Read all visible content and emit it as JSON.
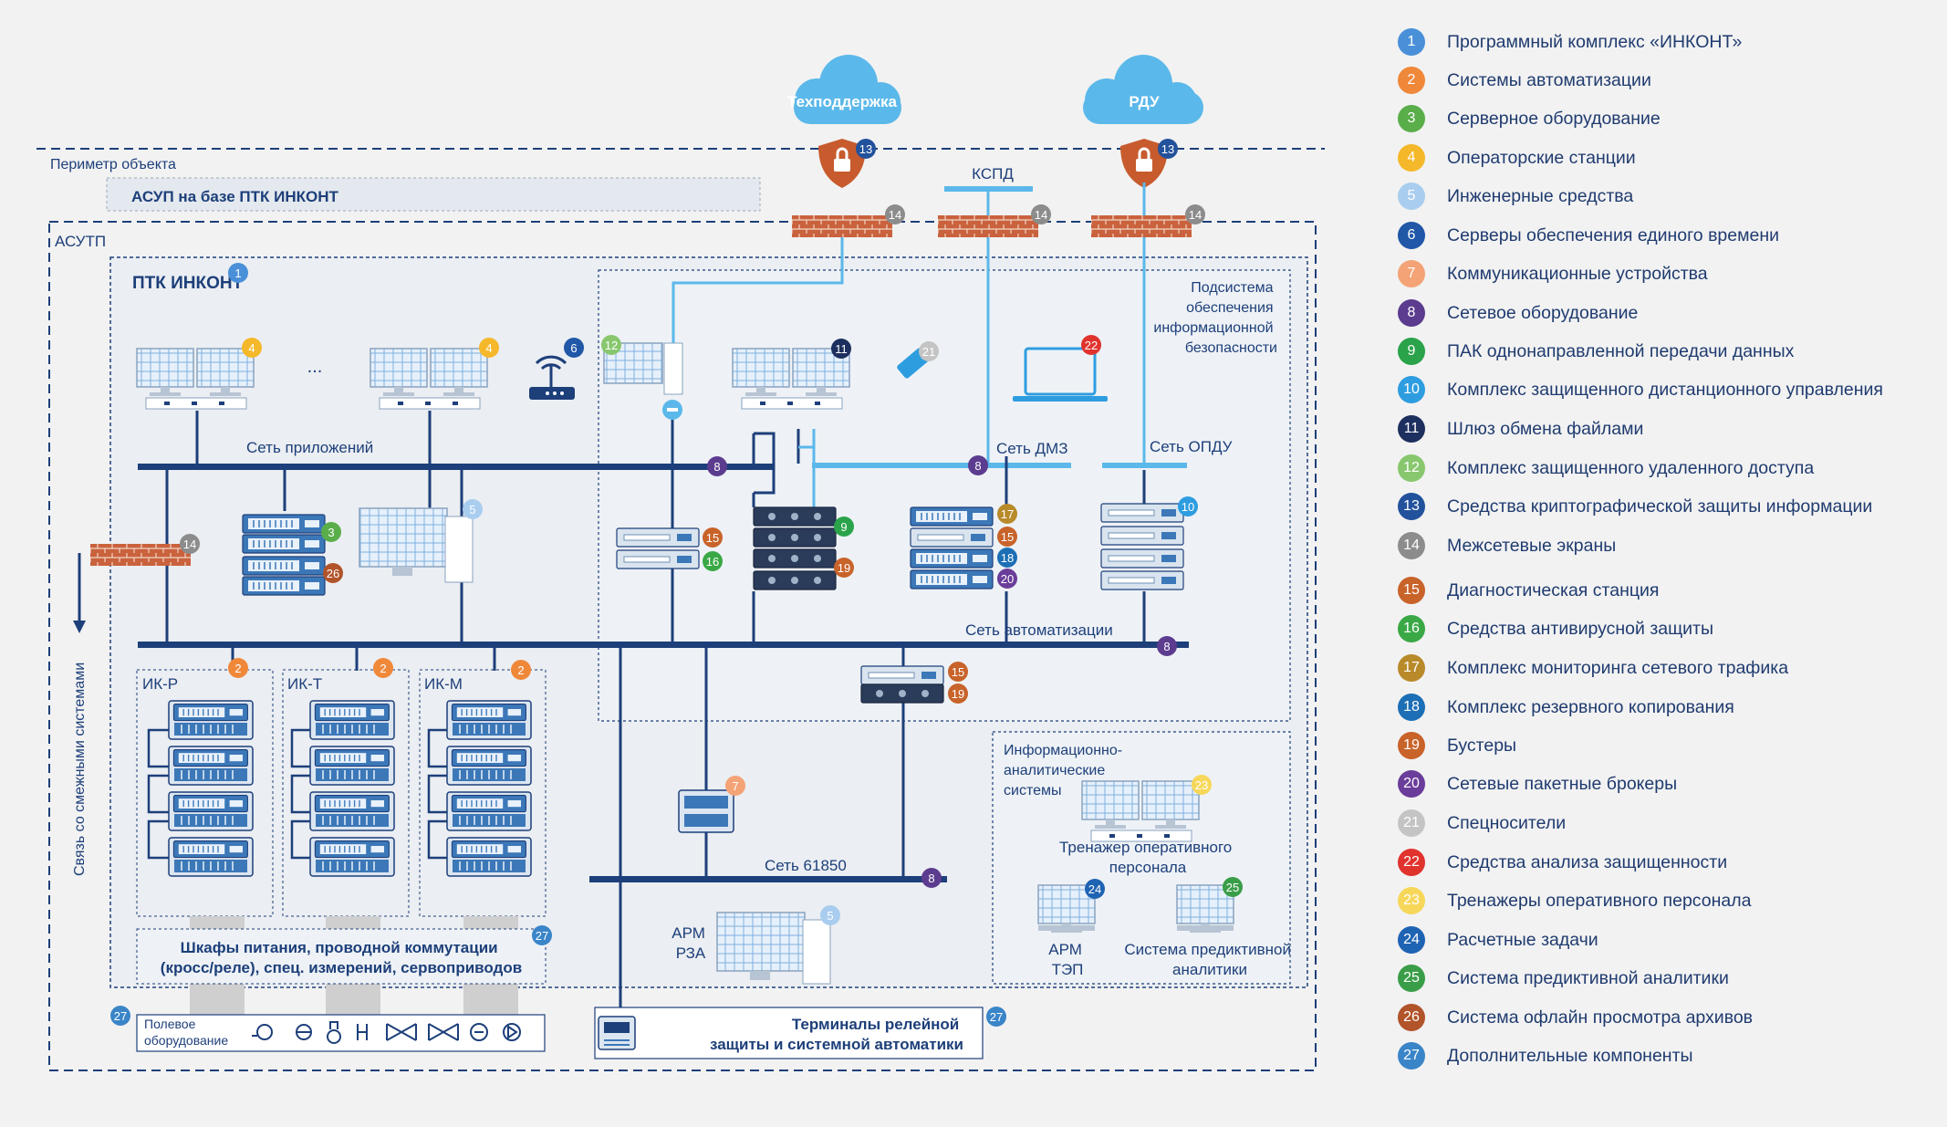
{
  "clouds": {
    "support": "Техподдержка",
    "rdu": "РДУ"
  },
  "labels": {
    "perimeter": "Периметр объекта",
    "asup": "АСУП на базе ПТК ИНКОНТ",
    "asutp": "АСУТП",
    "ptk": "ПТК ИНКОНТ",
    "kspd": "КСПД",
    "security_subsystem": [
      "Подсистема",
      "обеспечения",
      "информационной",
      "безопасности"
    ],
    "ellipsis": "...",
    "net_apps": "Сеть приложений",
    "net_dmz": "Сеть ДМЗ",
    "net_opdu": "Сеть ОПДУ",
    "net_auto": "Сеть автоматизации",
    "net_61850": "Сеть 61850",
    "side_link": "Связь со смежными системами",
    "ik_r": "ИК-Р",
    "ik_t": "ИК-Т",
    "ik_m": "ИК-М",
    "cabinets": [
      "Шкафы питания, проводной коммутации",
      "(кросс/реле), спец. измерений, сервоприводов"
    ],
    "field": [
      "Полевое",
      "оборудование"
    ],
    "terminals": [
      "Терминалы релейной",
      "защиты и системной автоматики"
    ],
    "arm_rza": [
      "АРМ",
      "РЗА"
    ],
    "analytics": [
      "Информационно-",
      "аналитические",
      "системы"
    ],
    "trainer": [
      "Тренажер оперативного",
      "персонала"
    ],
    "arm_tep": [
      "АРМ",
      "ТЭП"
    ],
    "predictive": [
      "Система предиктивной",
      "аналитики"
    ]
  },
  "legend": [
    {
      "num": "1",
      "text": "Программный комплекс «ИНКОНТ»",
      "color": "#4a90d9"
    },
    {
      "num": "2",
      "text": "Системы автоматизации",
      "color": "#f0883a"
    },
    {
      "num": "3",
      "text": "Серверное оборудование",
      "color": "#5aae4a"
    },
    {
      "num": "4",
      "text": "Операторские станции",
      "color": "#f5b82a"
    },
    {
      "num": "5",
      "text": "Инженерные средства",
      "color": "#a9cdee"
    },
    {
      "num": "6",
      "text": "Серверы обеспечения единого времени",
      "color": "#2057a7"
    },
    {
      "num": "7",
      "text": "Коммуникационные устройства",
      "color": "#f4a376"
    },
    {
      "num": "8",
      "text": "Сетевое оборудование",
      "color": "#5c3c8f"
    },
    {
      "num": "9",
      "text": "ПАК однонаправленной передачи данных",
      "color": "#2aa34a"
    },
    {
      "num": "10",
      "text": "Комплекс защищенного дистанционного управления",
      "color": "#2e9de0"
    },
    {
      "num": "11",
      "text": "Шлюз обмена файлами",
      "color": "#1d2f5e"
    },
    {
      "num": "12",
      "text": "Комплекс защищенного удаленного доступа",
      "color": "#88c76e"
    },
    {
      "num": "13",
      "text": "Средства криптографической защиты информации",
      "color": "#23529c"
    },
    {
      "num": "14",
      "text": "Межсетевые экраны",
      "color": "#8c8c8c"
    },
    {
      "num": "15",
      "text": "Диагностическая станция",
      "color": "#c8632a"
    },
    {
      "num": "16",
      "text": "Средства антивирусной защиты",
      "color": "#3aa845"
    },
    {
      "num": "17",
      "text": "Комплекс мониторинга сетевого трафика",
      "color": "#b88a2a"
    },
    {
      "num": "18",
      "text": "Комплекс резервного копирования",
      "color": "#1d6fb5"
    },
    {
      "num": "19",
      "text": "Бустеры",
      "color": "#c8632a"
    },
    {
      "num": "20",
      "text": "Сетевые пакетные брокеры",
      "color": "#6a3d9a"
    },
    {
      "num": "21",
      "text": "Спецносители",
      "color": "#c4c4c4"
    },
    {
      "num": "22",
      "text": "Средства анализа защищенности",
      "color": "#e0332e"
    },
    {
      "num": "23",
      "text": "Тренажеры оперативного персонала",
      "color": "#f7d75a"
    },
    {
      "num": "24",
      "text": "Расчетные задачи",
      "color": "#1f63b3"
    },
    {
      "num": "25",
      "text": "Система предиктивной аналитики",
      "color": "#3a9e48"
    },
    {
      "num": "26",
      "text": "Система офлайн просмотра архивов",
      "color": "#b1542a"
    },
    {
      "num": "27",
      "text": "Дополнительные компоненты",
      "color": "#3a85c8"
    }
  ]
}
